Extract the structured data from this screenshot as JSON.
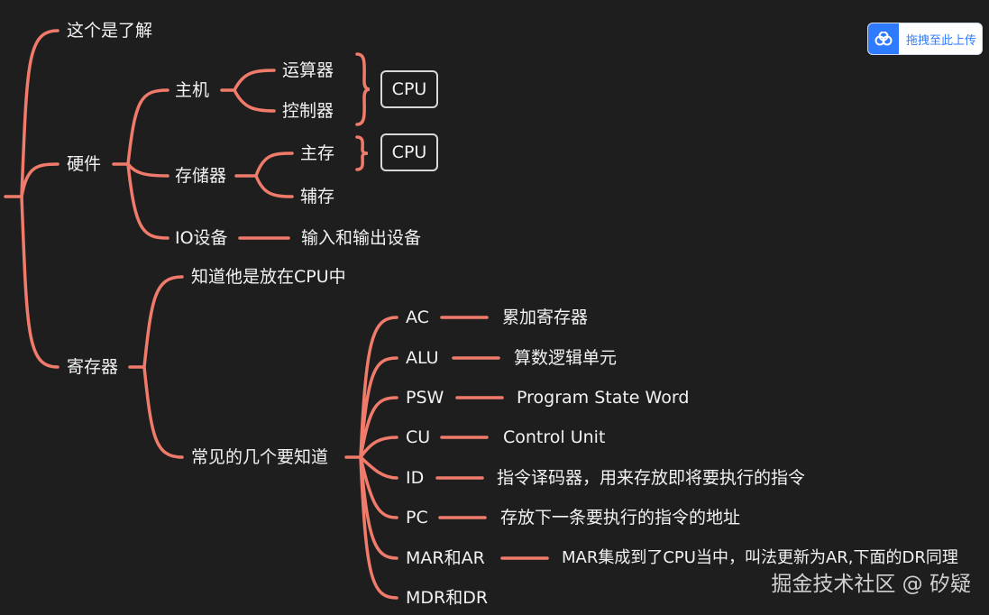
{
  "upload_button": {
    "label": "拖拽至此上传"
  },
  "watermark": "掘金技术社区 @ 矽疑",
  "colors": {
    "branch": "#f07b6b",
    "background": "#1e1e1e",
    "text": "#f2f2f2",
    "box_border": "#d9d9d9",
    "accent_blue": "#2f7bff"
  },
  "nodes": {
    "intro": "这个是了解",
    "hardware": "硬件",
    "host": "主机",
    "alu_op": "运算器",
    "controller": "控制器",
    "storage": "存储器",
    "main_mem": "主存",
    "aux_mem": "辅存",
    "io": "IO设备",
    "io_desc": "输入和输出设备",
    "registers": "寄存器",
    "know_cpu": "知道他是放在CPU中",
    "common": "常见的几个要知道",
    "ac": "AC",
    "ac_desc": "累加寄存器",
    "alu": "ALU",
    "alu_desc": "算数逻辑单元",
    "psw": "PSW",
    "psw_desc": "Program State Word",
    "cu": "CU",
    "cu_desc": "Control Unit",
    "id": "ID",
    "id_desc": "指令译码器，用来存放即将要执行的指令",
    "pc": "PC",
    "pc_desc": "存放下一条要执行的指令的地址",
    "mar": "MAR和AR",
    "mar_desc": "MAR集成到了CPU当中，叫法更新为AR,下面的DR同理",
    "mdr": "MDR和DR"
  },
  "boxes": {
    "cpu_1": "CPU",
    "cpu_2": "CPU"
  }
}
